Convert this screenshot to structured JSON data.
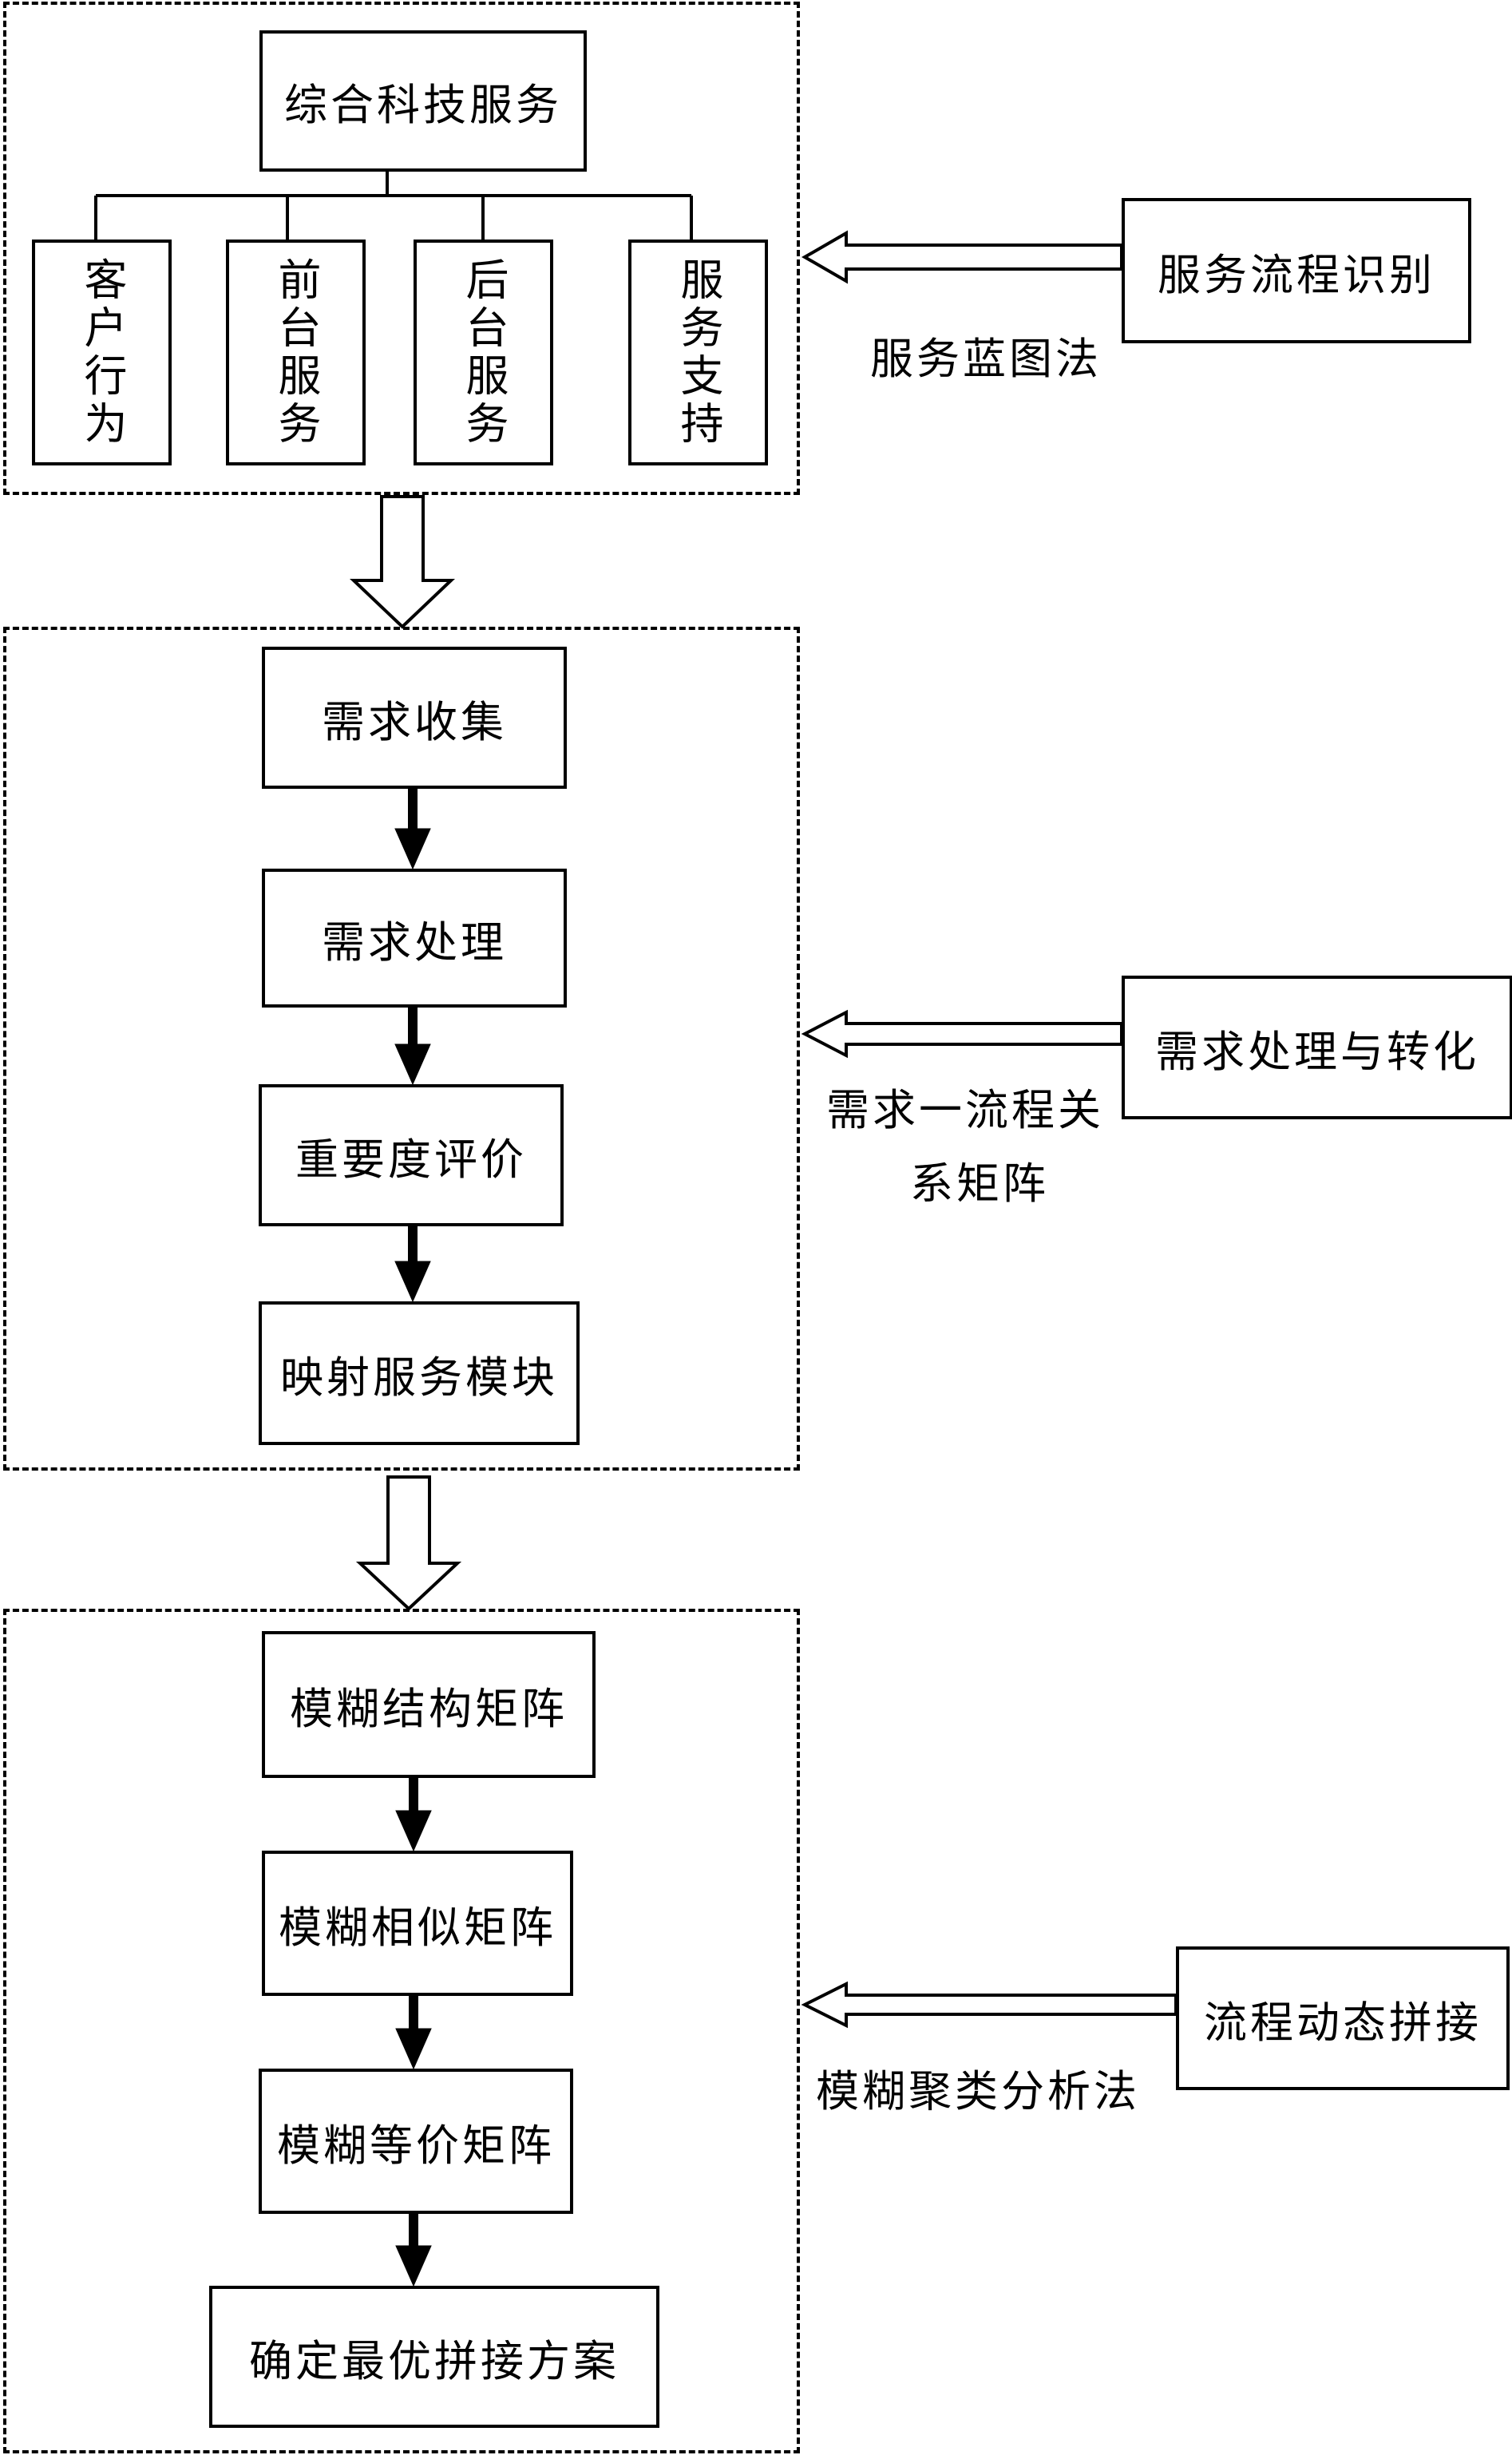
{
  "stage1": {
    "title": "综合科技服务",
    "items": [
      "客户行为",
      "前台服务",
      "后台服务",
      "服务支持"
    ],
    "side_box": "服务流程识别",
    "side_method": "服务蓝图法"
  },
  "stage2": {
    "steps": [
      "需求收集",
      "需求处理",
      "重要度评价",
      "映射服务模块"
    ],
    "side_box": "需求处理与转化",
    "side_method_line1": "需求一流程关",
    "side_method_line2": "系矩阵"
  },
  "stage3": {
    "steps": [
      "模糊结构矩阵",
      "模糊相似矩阵",
      "模糊等价矩阵",
      "确定最优拼接方案"
    ],
    "side_box": "流程动态拼接",
    "side_method": "模糊聚类分析法"
  }
}
